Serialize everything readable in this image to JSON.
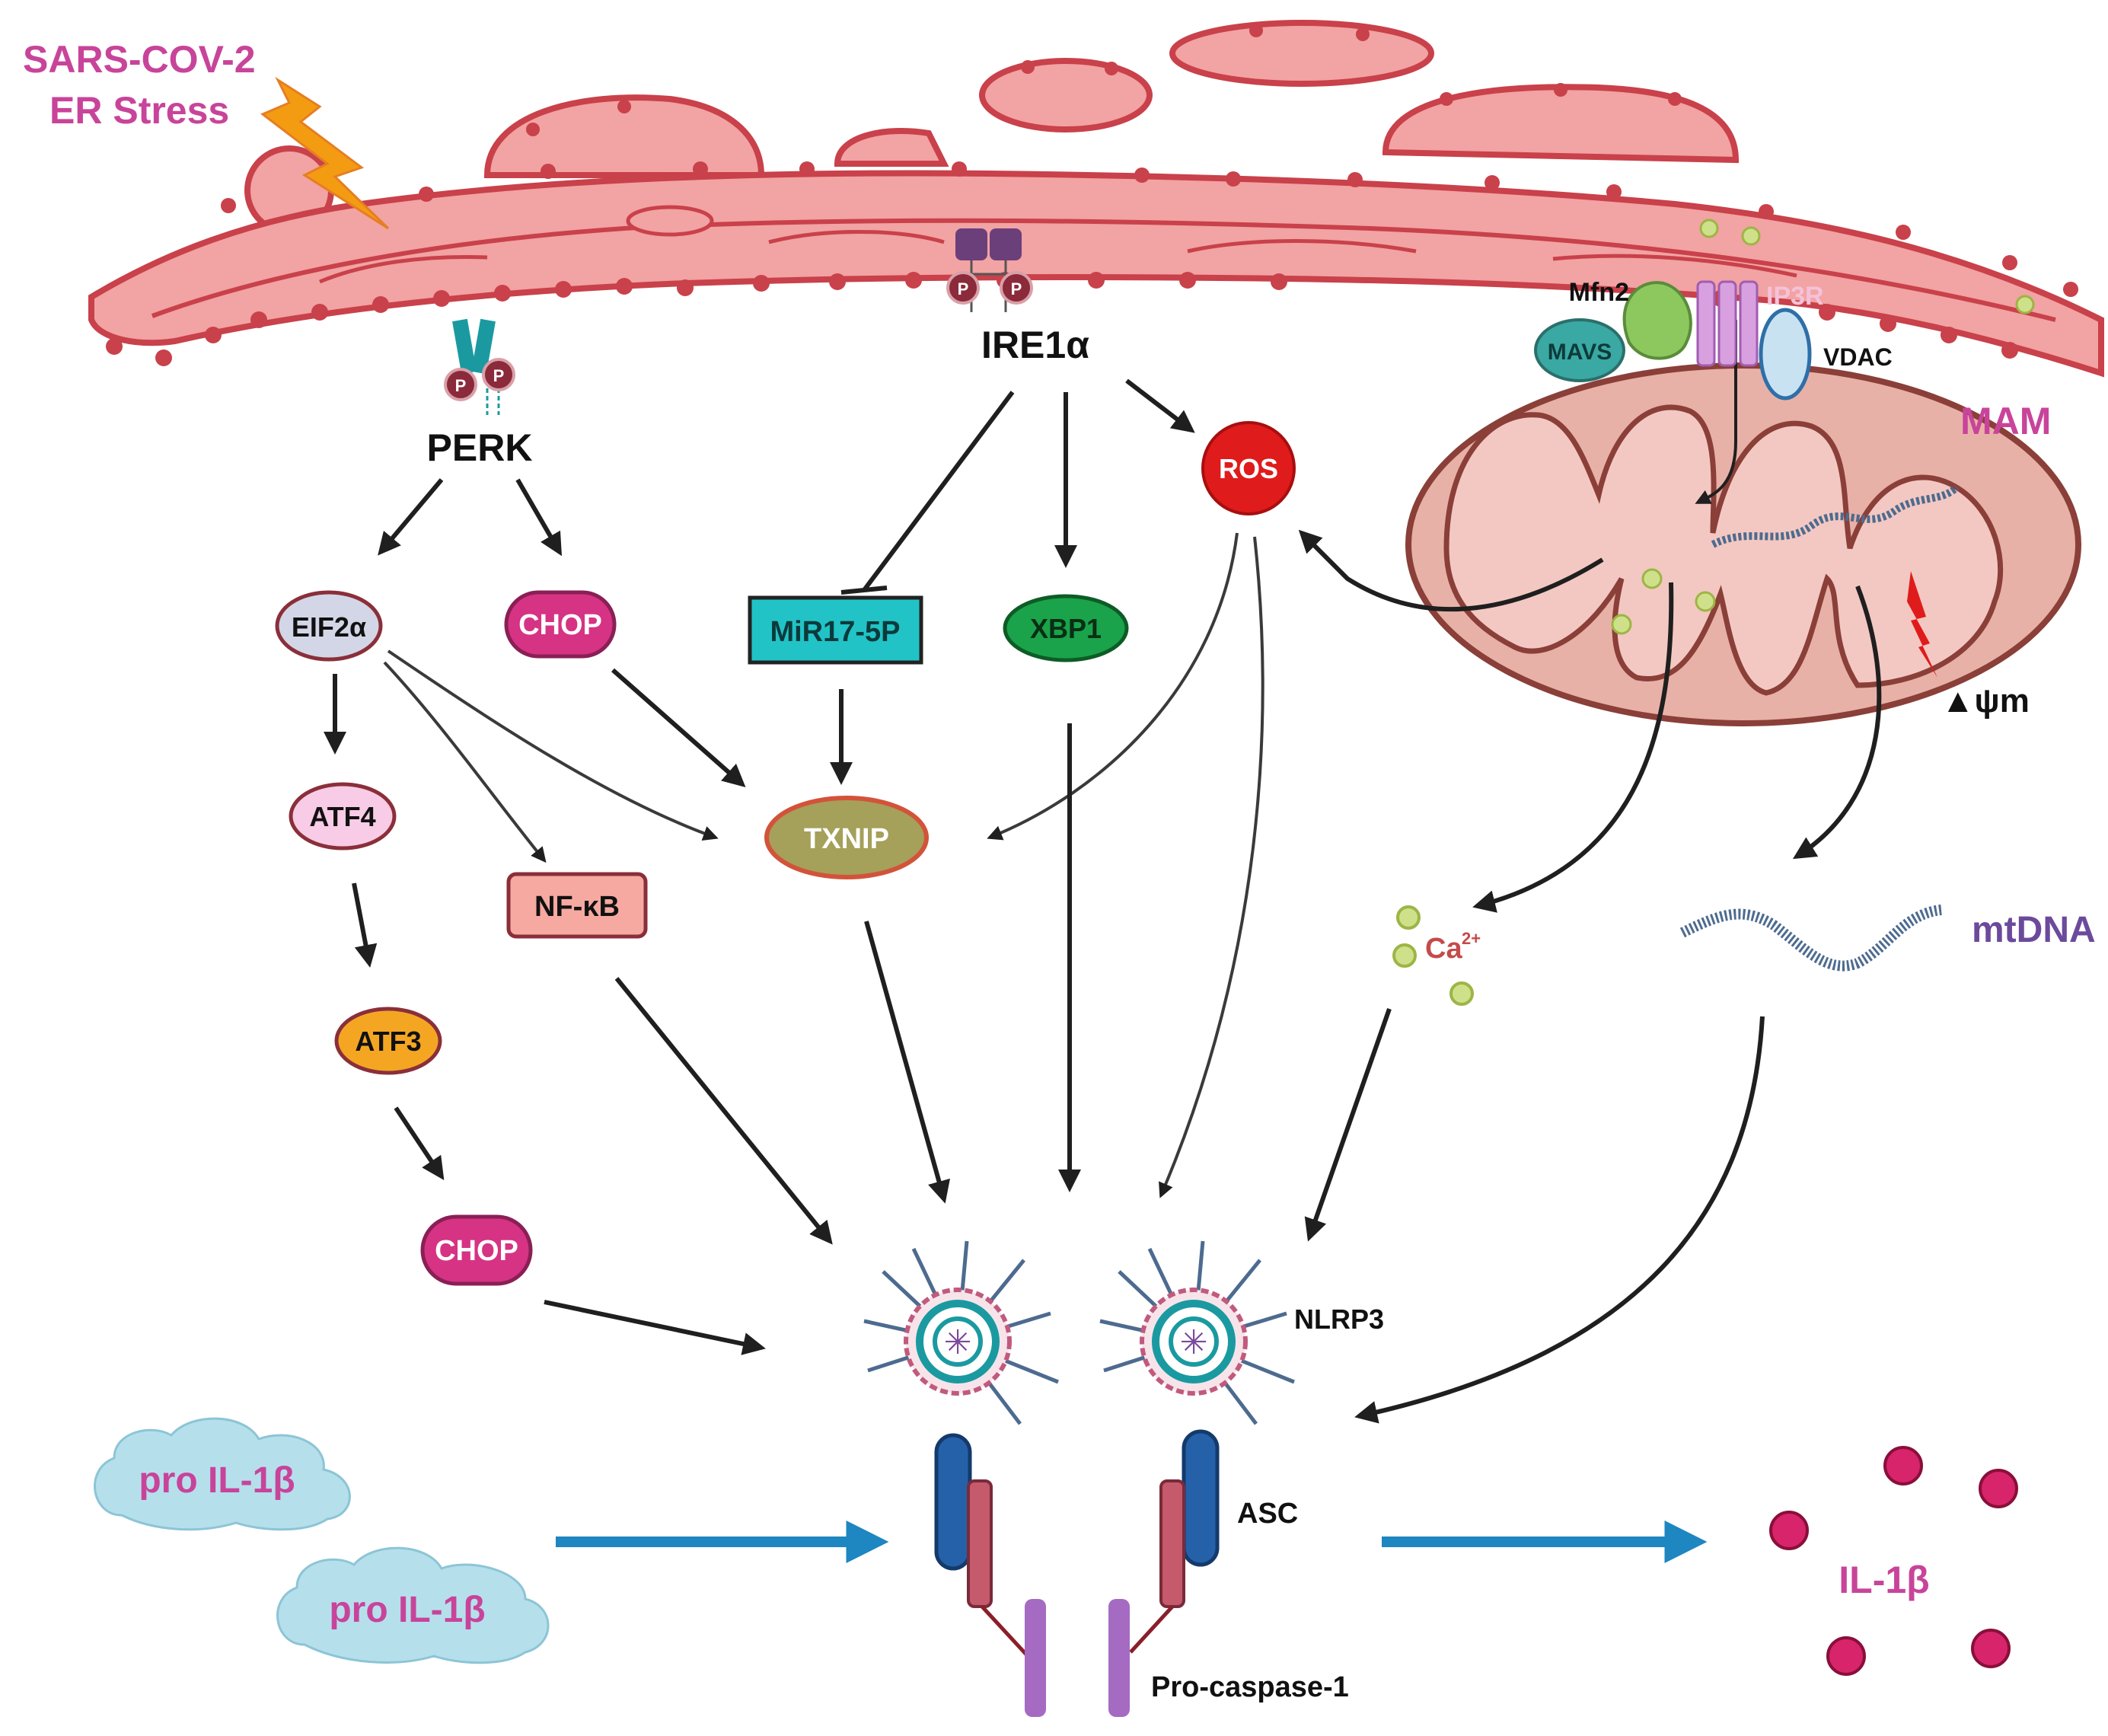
{
  "trigger": {
    "line1": "SARS-COV-2",
    "line2": "ER Stress"
  },
  "receptors": {
    "perk": "PERK",
    "ire1a": "IRE1α",
    "phospho": "P"
  },
  "nodes": {
    "eif2a": "EIF2α",
    "chop_top": "CHOP",
    "atf4": "ATF4",
    "nfkb": "NF-κB",
    "atf3": "ATF3",
    "chop_bottom": "CHOP",
    "mir17": "MiR17-5P",
    "xbp1": "XBP1",
    "txnip": "TXNIP",
    "ros": "ROS"
  },
  "mam": {
    "label": "MAM",
    "mfn2": "Mfn2",
    "ip3r": "IP3R",
    "mavs": "MAVS",
    "vdac": "VDAC",
    "membrane_potential": "▲ψm"
  },
  "ca_label": "Ca",
  "ca_superscript": "2+",
  "mtdna_label": "mtDNA",
  "inflammasome": {
    "nlrp3": "NLRP3",
    "asc": "ASC",
    "procaspase": "Pro-caspase-1"
  },
  "cytokines": {
    "pro_il1b_1": "pro IL-1β",
    "pro_il1b_2": "pro IL-1β",
    "il1b": "IL-1β"
  },
  "colors": {
    "er_fill": "#f2a3a3",
    "er_stroke": "#c9414a",
    "mito_fill": "#e8b1a8",
    "mito_stroke": "#8a3f38",
    "magenta_text": "#c8449a",
    "ros_red": "#e01b1b",
    "chop_pink": "#d63384",
    "xbp1_green": "#1aa34a",
    "mir_teal": "#21c3c6",
    "txnip_olive": "#a5a05a",
    "atf3_orange": "#f4a623",
    "cloud_blue": "#b6dfec",
    "arrow_blue": "#1e86c0",
    "il1b_dot": "#d8246b"
  }
}
